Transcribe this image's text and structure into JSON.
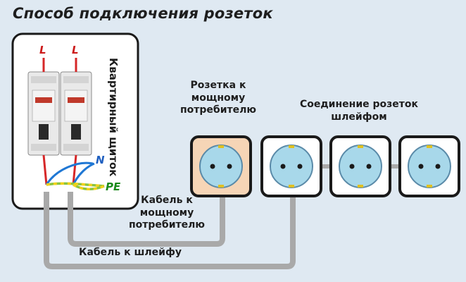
{
  "title": "Способ подключения розеток",
  "panel": {
    "label": "Квартирный щиток",
    "line_labels": [
      "L",
      "L"
    ],
    "neutral_label": "N",
    "earth_label": "PE"
  },
  "socket_power_label": "Розетка к мощному потребителю",
  "chain_label": "Соединение розеток шлейфом",
  "cable_power_label": "Кабель к мощному потребителю",
  "cable_chain_label": "Кабель к шлейфу",
  "colors": {
    "line": "#d62728",
    "neutral": "#1f77d4",
    "earth": "#8ac43f",
    "earth_stripe": "#f2d21b",
    "cable": "#a9a9a9",
    "socket_face": "#a8d8ea",
    "power_socket_bg": "#f6d5b6",
    "label_green": "#1a8a1a",
    "label_blue": "#2060c0",
    "label_red": "#cc1a1a"
  }
}
